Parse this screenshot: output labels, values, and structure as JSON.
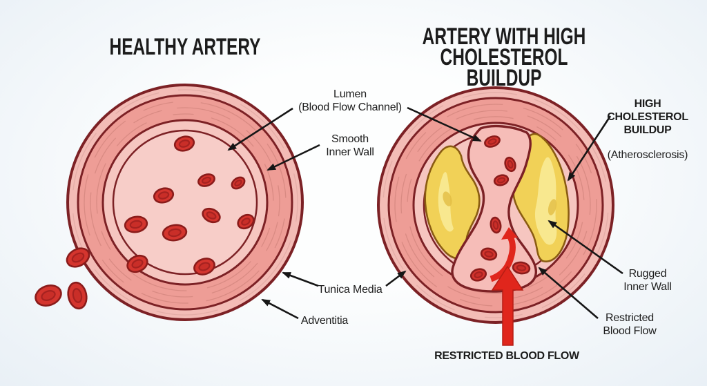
{
  "titles": {
    "left": "HEALTHY ARTERY",
    "right": "ARTERY WITH HIGH\nCHOLESTEROL BUILDUP"
  },
  "labels": {
    "lumen": "Lumen\n(Blood Flow Channel)",
    "smooth_inner_wall": "Smooth\nInner Wall",
    "tunica_media": "Tunica Media",
    "adventitia": "Adventitia",
    "high_cholesterol": "HIGH\nCHOLESTEROL\nBUILDUP",
    "atherosclerosis": "(Atherosclerosis)",
    "rugged_inner_wall": "Rugged\nInner Wall",
    "restricted_blood_flow": "Restricted\nBlood Flow",
    "restricted_caption": "RESTRICTED BLOOD FLOW"
  },
  "colors": {
    "background_edge": "#e9f0f6",
    "background_center": "#fdfefe",
    "artery_outline": "#7c2125",
    "adventitia_fill": "#f3bcb6",
    "tunica_media_fill": "#ee9d96",
    "intima_fill": "#f6c6c0",
    "lumen_fill": "#f7cdc8",
    "channel_fill": "#f6bdb8",
    "rbc_fill": "#d4352e",
    "rbc_outline": "#8a1c1b",
    "plaque_fill": "#f1d157",
    "plaque_outline": "#8a5c12",
    "plaque_highlight": "#f8e88f",
    "flow_arrow": "#e0261c",
    "pointer_color": "#161616",
    "label_text": "#1c1c1c"
  }
}
